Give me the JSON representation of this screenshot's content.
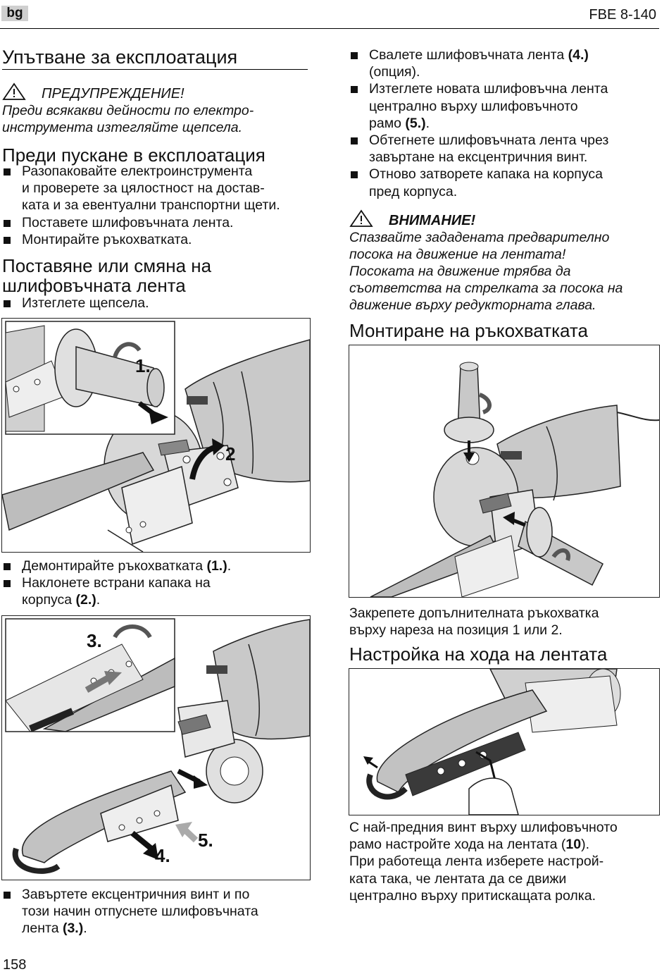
{
  "header": {
    "lang": "bg",
    "model": "FBE 8-140"
  },
  "footer": {
    "page_number": "158"
  },
  "left": {
    "title": "Упътване за експлоатация",
    "warning": {
      "head": "ПРЕДУПРЕЖДЕНИЕ!",
      "line1": "Преди всякакви дейности по електро-",
      "line2": "инструмента изтегляйте щепсела."
    },
    "section1": {
      "heading": "Преди пускане в експлоатация",
      "b1_l1": "Разопаковайте електроинструмента",
      "b1_l2": "и проверете за цялостност на достав-",
      "b1_l3": "ката и за евентуални транспортни щети.",
      "b2": "Поставете шлифовъчната лента.",
      "b3": "Монтирайте ръкохватката."
    },
    "section2": {
      "heading_l1": "Поставяне или смяна на",
      "heading_l2": "шлифовъчната лента",
      "b1": "Изтеглете щепсела."
    },
    "fig1_labels": {
      "l1": "1.",
      "l2": "2"
    },
    "after_fig1": {
      "b1_text": "Демонтирайте ръкохватката ",
      "b1_ref": "(1.)",
      "b1_end": ".",
      "b2_l1": "Наклонете встрани капака на",
      "b2_text": "корпуса ",
      "b2_ref": "(2.)",
      "b2_end": "."
    },
    "fig2_labels": {
      "l3": "3.",
      "l4": "4.",
      "l5": "5."
    },
    "after_fig2": {
      "l1": "Завъртете ексцентричния винт и по",
      "l2": "този начин отпуснете шлифовъчната",
      "l3_text": "лента ",
      "l3_ref": "(3.)",
      "l3_end": "."
    }
  },
  "right": {
    "bullets": {
      "b1_text": "Свалете шлифовъчната лента ",
      "b1_ref": "(4.)",
      "b1_l2": "(опция).",
      "b2_l1": "Изтеглете новата шлифовъчна лента",
      "b2_l2": "централно върху шлифовъчното",
      "b2_text": "рамо ",
      "b2_ref": "(5.)",
      "b2_end": ".",
      "b3_l1": "Обтегнете шлифовъчната лента чрез",
      "b3_l2": "завъртане на ексцентричния винт.",
      "b4_l1": "Отново затворете капака на корпуса",
      "b4_l2": "пред корпуса."
    },
    "caution": {
      "head": "ВНИМАНИЕ!",
      "l1": "Спазвайте зададената предварително",
      "l2": "посока на движение на лентата!",
      "l3": "Посоката на движение трябва да",
      "l4": "съответства на стрелката за посока на",
      "l5": "движение върху редукторната глава."
    },
    "section3": {
      "heading": "Монтиране на ръкохватката",
      "l1": "Закрепете допълнителната ръкохватка",
      "l2": "върху нареза на позиция 1 или 2."
    },
    "section4": {
      "heading": "Настройка на хода на лентата",
      "l1": "С най-предния винт върху шлифовъчното",
      "l2_text": "рамо настройте хода на лентата (",
      "l2_ref": "10",
      "l2_end": ").",
      "l3": "При работеща лента изберете настрой-",
      "l4": "ката така, че лентата да се движи",
      "l5": "централно върху притискащата ролка."
    }
  },
  "colors": {
    "rule": "#000000",
    "badge": "#cfcfcf",
    "illustration_gray": "#b9b9b9"
  }
}
